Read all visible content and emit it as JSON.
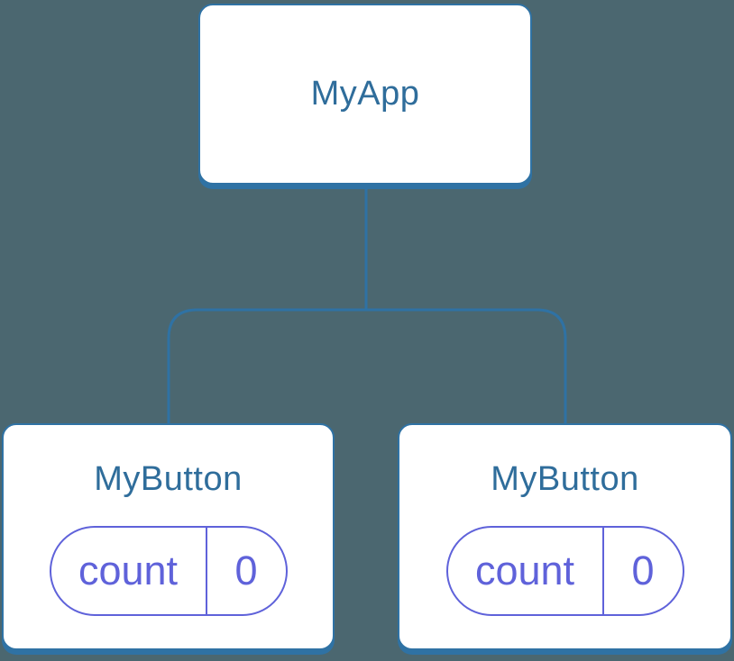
{
  "diagram": {
    "type": "component-tree",
    "root": {
      "title": "MyApp"
    },
    "children": [
      {
        "title": "MyButton",
        "state": {
          "label": "count",
          "value": "0"
        }
      },
      {
        "title": "MyButton",
        "state": {
          "label": "count",
          "value": "0"
        }
      }
    ],
    "colors": {
      "background": "#4b6770",
      "connector": "#2f72a4",
      "node_border": "#2f72a4",
      "node_fill": "#ffffff",
      "node_title_text": "#2f6d9b",
      "state_accent": "#5f62da"
    }
  }
}
